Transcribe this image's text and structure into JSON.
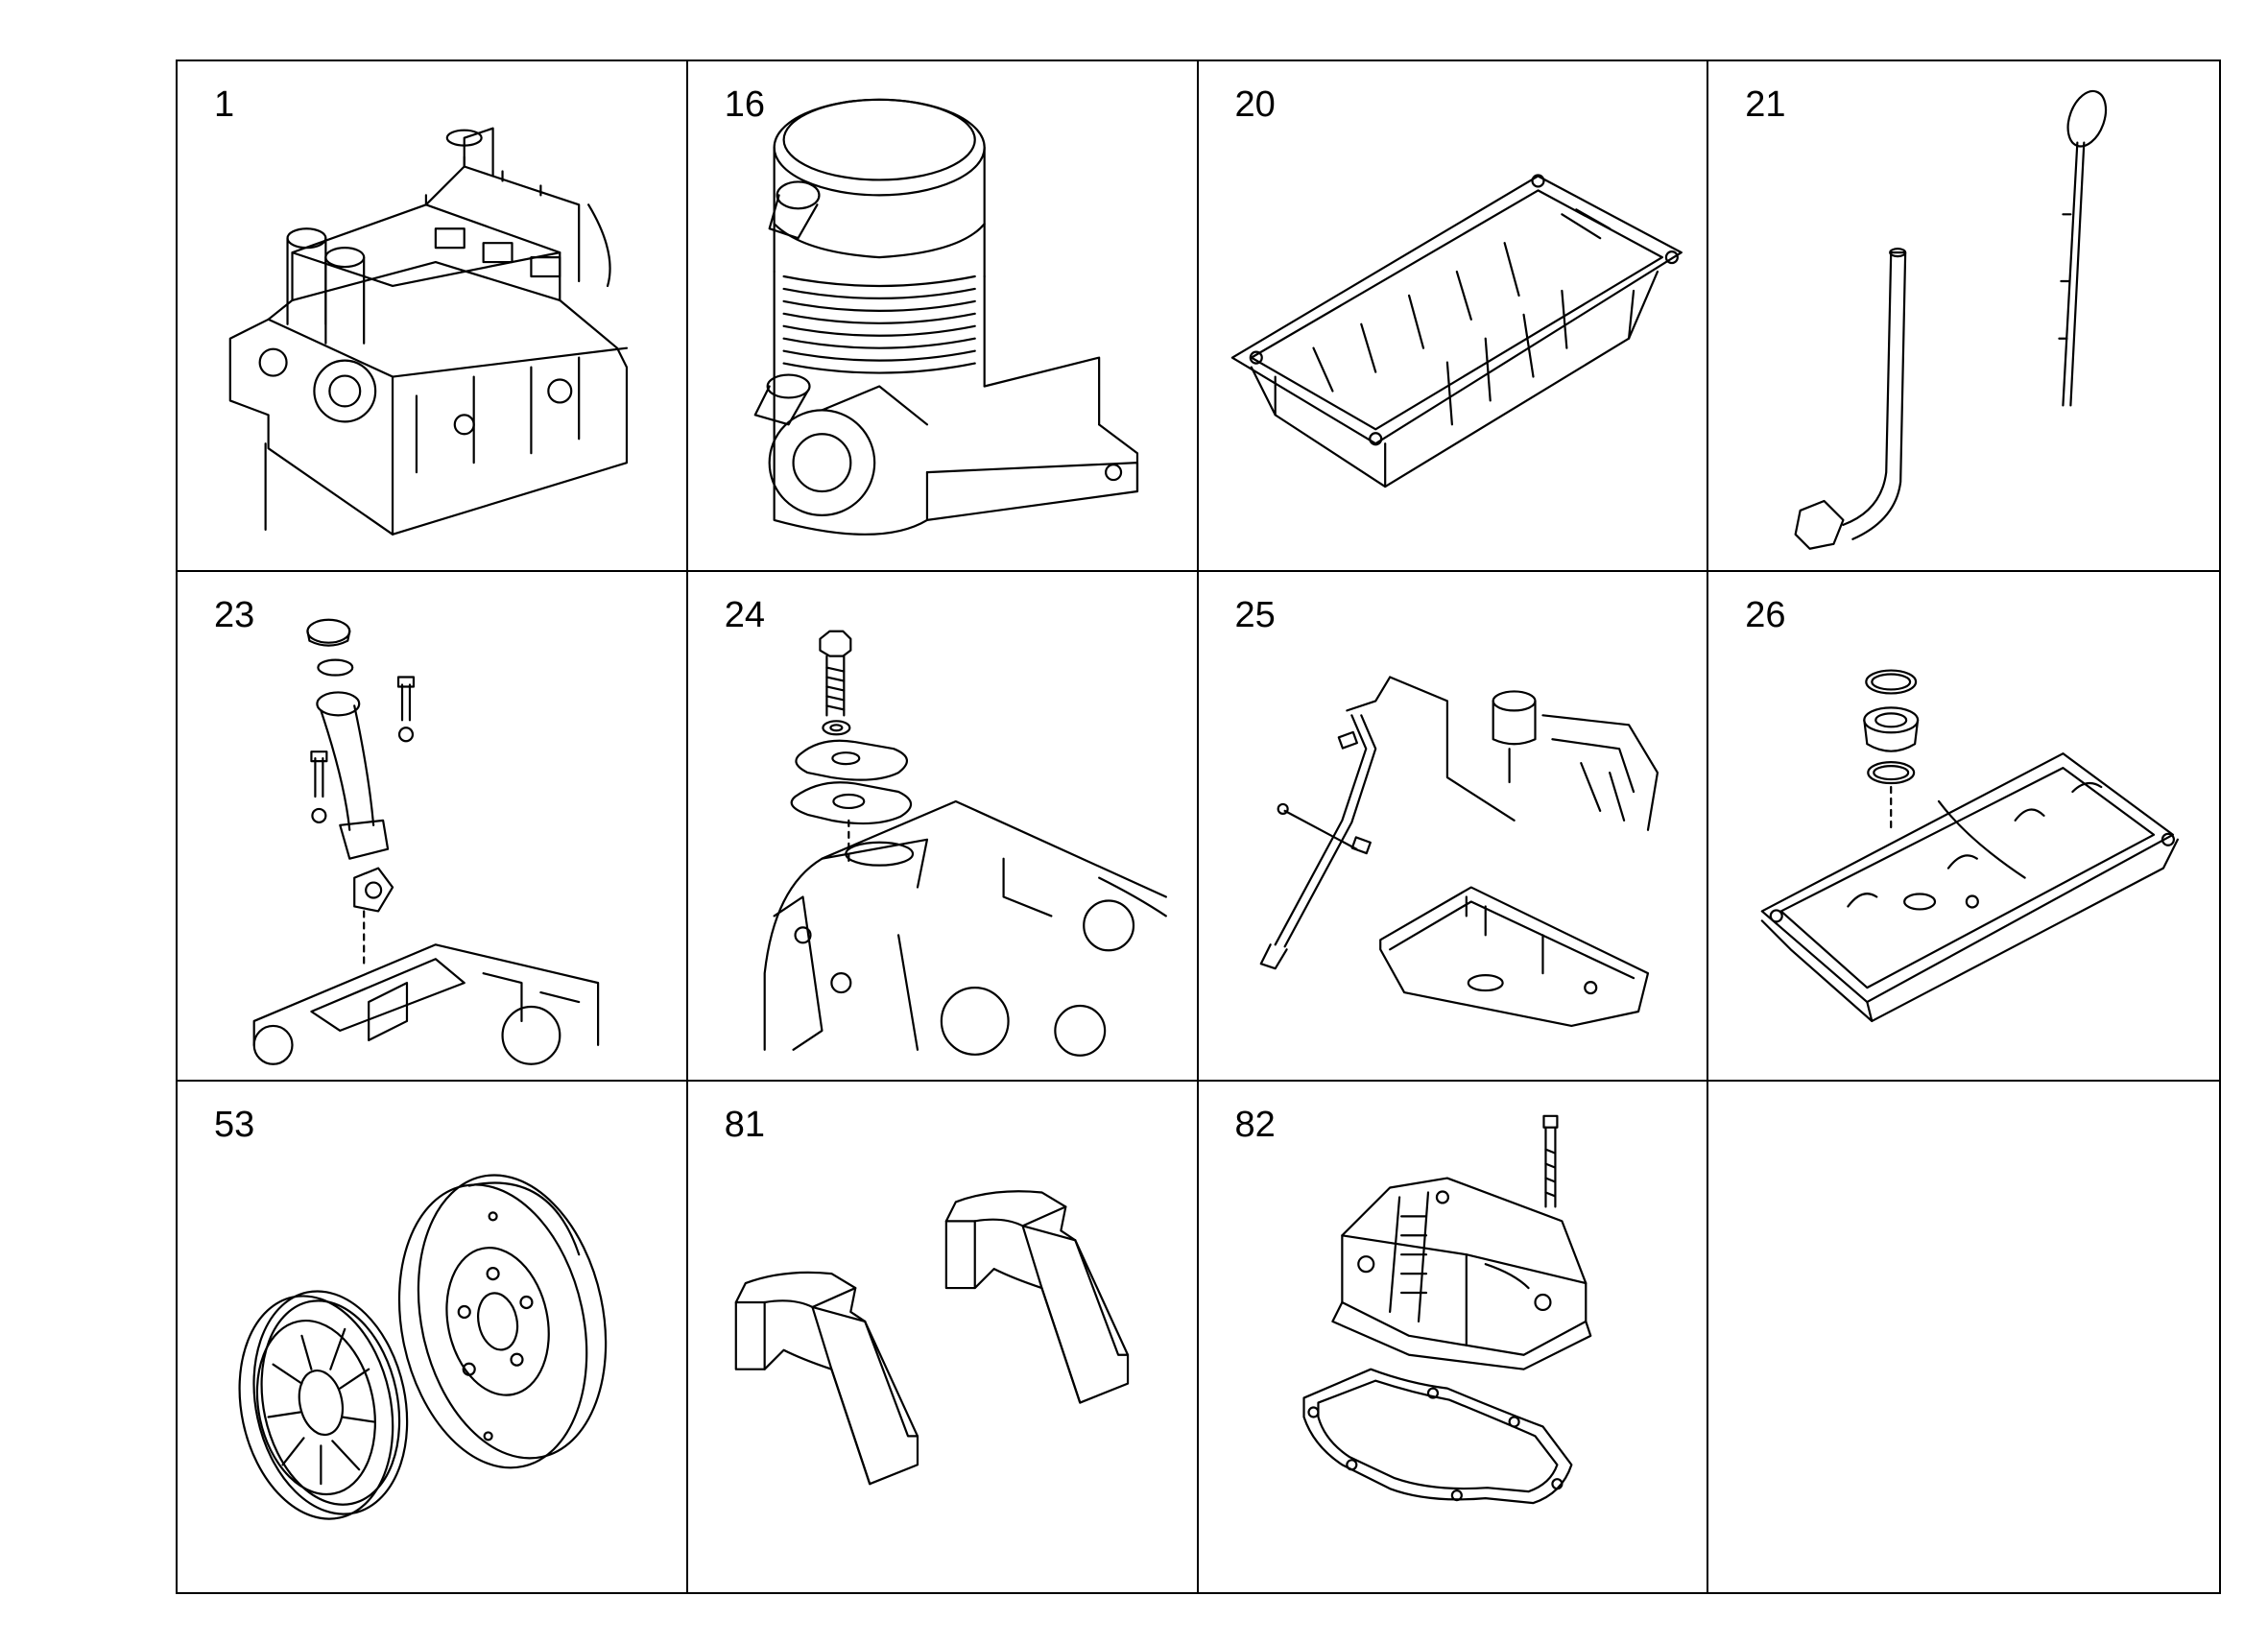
{
  "cells": [
    {
      "number": "1",
      "icon": "engine-block-icon"
    },
    {
      "number": "16",
      "icon": "oil-separator-icon"
    },
    {
      "number": "20",
      "icon": "oil-pan-icon"
    },
    {
      "number": "21",
      "icon": "dipstick-and-tube-icon"
    },
    {
      "number": "23",
      "icon": "oil-filler-tube-icon"
    },
    {
      "number": "24",
      "icon": "bolt-and-gasket-icon"
    },
    {
      "number": "25",
      "icon": "oil-line-assembly-icon"
    },
    {
      "number": "26",
      "icon": "oil-pan-drain-plug-icon"
    },
    {
      "number": "53",
      "icon": "vibration-damper-pulley-icon"
    },
    {
      "number": "81",
      "icon": "bearing-cap-icon"
    },
    {
      "number": "82",
      "icon": "valve-cover-gasket-icon"
    },
    {
      "number": "",
      "icon": ""
    }
  ]
}
